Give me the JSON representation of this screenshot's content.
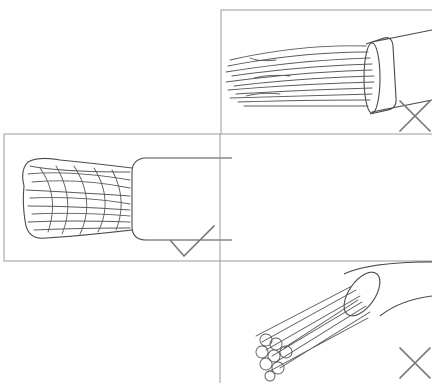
{
  "panels": [
    {
      "id": "stripped-wire-insulation-sleeve",
      "verdict": "incorrect",
      "verdict_icon": "cross-icon"
    },
    {
      "id": "twisted-stranded-wire",
      "verdict": "correct",
      "verdict_icon": "check-icon"
    },
    {
      "id": "empty-panel",
      "verdict": "",
      "verdict_icon": ""
    },
    {
      "id": "splayed-wire-strands",
      "verdict": "incorrect",
      "verdict_icon": "cross-icon"
    }
  ],
  "colors": {
    "line": "#4a4a4a",
    "frame": "#9a9a9a",
    "mark": "#7a7a7a"
  }
}
